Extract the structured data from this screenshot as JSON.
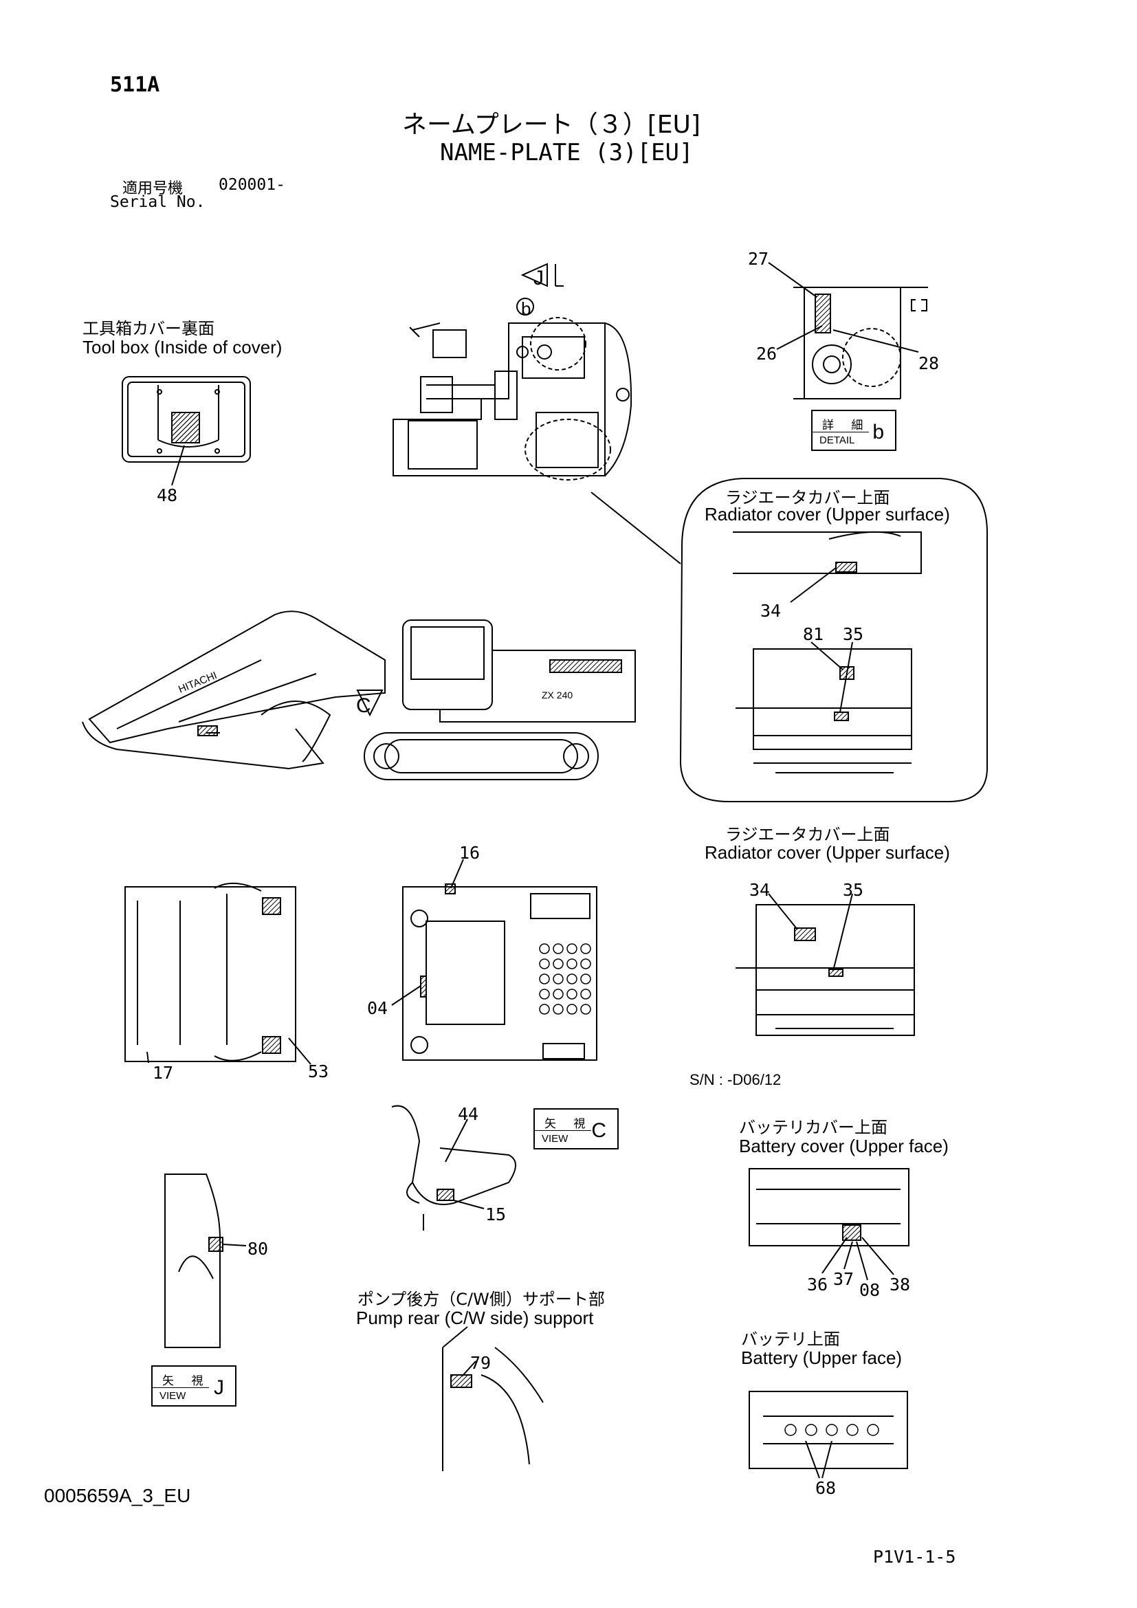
{
  "page_code": "511A",
  "title_jp": "ネームプレート（３）[EU]",
  "title_en": "NAME-PLATE (3)[EU]",
  "serial_jp": "適用号機",
  "serial_value": "020001-",
  "serial_en": "Serial No.",
  "views": {
    "toolbox_jp": "工具箱カバー裏面",
    "toolbox_en": "Tool box (Inside of cover)",
    "radiator1_jp": "ラジエータカバー上面",
    "radiator1_en": "Radiator cover (Upper surface)",
    "radiator2_jp": "ラジエータカバー上面",
    "radiator2_en": "Radiator cover (Upper surface)",
    "sn_note": "S/N :  -D06/12",
    "battery_cover_jp": "バッテリカバー上面",
    "battery_cover_en": "Battery  cover  (Upper  face)",
    "battery_jp": "バッテリ上面",
    "battery_en": "Battery  (Upper  face)",
    "pump_jp": "ポンプ後方（C/W側）サポート部",
    "pump_en": "Pump rear (C/W side) support"
  },
  "callouts": {
    "c48": "48",
    "c27": "27",
    "c26": "26",
    "c28": "28",
    "c34a": "34",
    "c81": "81",
    "c35a": "35",
    "c16": "16",
    "c34b": "34",
    "c35b": "35",
    "c04": "04",
    "c17": "17",
    "c53": "53",
    "c44": "44",
    "c15": "15",
    "c80": "80",
    "c79": "79",
    "c36": "36",
    "c37": "37",
    "c08": "08",
    "c38": "38",
    "c68": "68"
  },
  "view_markers": {
    "b": "b",
    "J": "J",
    "C": "C"
  },
  "detail_box": {
    "jp": "詳 細",
    "en": "DETAIL",
    "letter": "b"
  },
  "view_c_box": {
    "jp": "矢 視",
    "en": "VIEW",
    "letter": "C"
  },
  "view_j_box": {
    "jp": "矢 視",
    "en": "VIEW",
    "letter": "J"
  },
  "brand_text": "HITACHI",
  "model_text": "ZX 240",
  "doc_code": "0005659A_3_EU",
  "page_ref": "P1V1-1-5"
}
